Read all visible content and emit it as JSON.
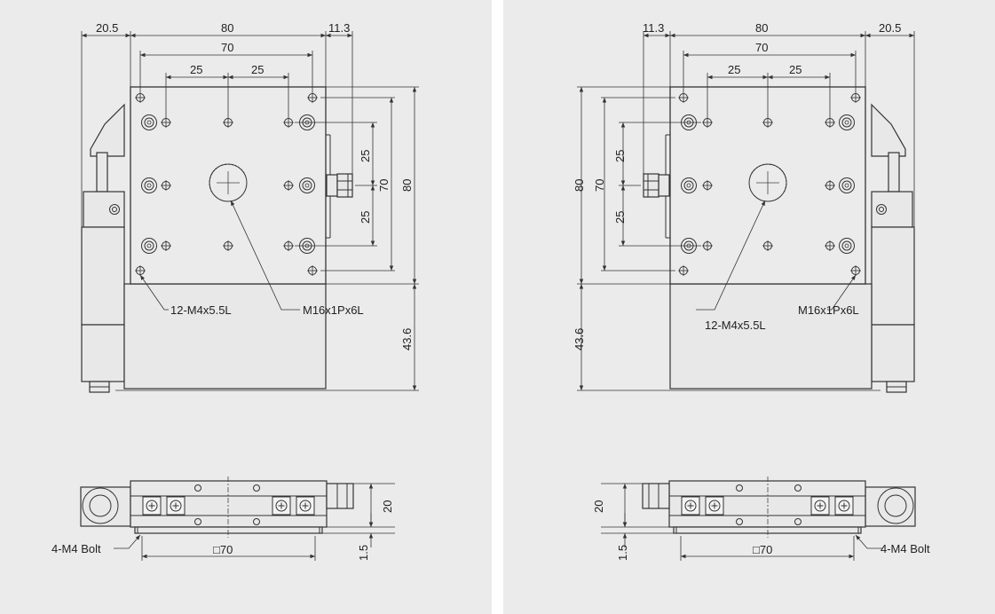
{
  "left": {
    "dims": {
      "d20_5": "20.5",
      "d80": "80",
      "d11_3": "11.3",
      "d70": "70",
      "d25a": "25",
      "d25b": "25",
      "v25a": "25",
      "v70": "70",
      "v25b": "25",
      "v80": "80",
      "v43_6": "43.6",
      "s20": "20",
      "s1_5": "1.5"
    },
    "labels": {
      "tap_holes": "12-M4x5.5L",
      "center_hole": "M16x1Px6L",
      "bolt": "4-M4 Bolt",
      "square70": "□70"
    }
  },
  "right": {
    "dims": {
      "d11_3": "11.3",
      "d80": "80",
      "d20_5": "20.5",
      "d70": "70",
      "d25a": "25",
      "d25b": "25",
      "v80": "80",
      "v70": "70",
      "v25a": "25",
      "v25b": "25",
      "v43_6": "43.6",
      "s20": "20",
      "s1_5": "1.5"
    },
    "labels": {
      "tap_holes": "12-M4x5.5L",
      "center_hole": "M16x1Px6L",
      "bolt": "4-M4 Bolt",
      "square70": "□70"
    }
  }
}
